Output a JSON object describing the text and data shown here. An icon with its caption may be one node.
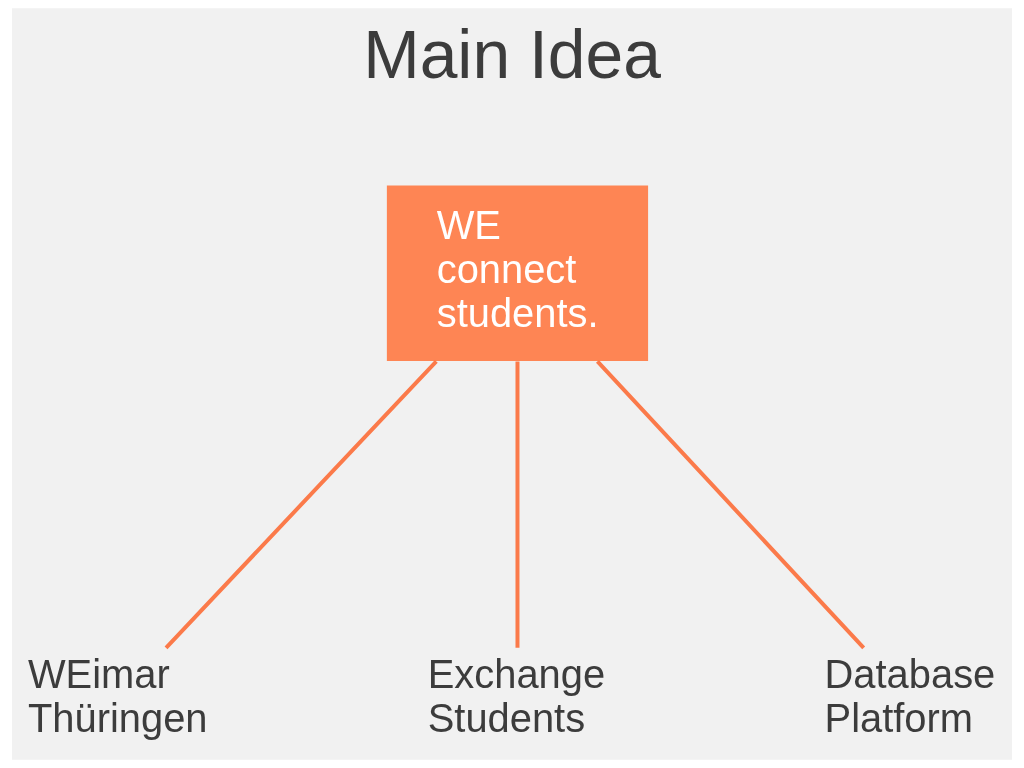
{
  "diagram": {
    "title": "Main Idea",
    "nodes": [
      {
        "text": [
          "WE connect students."
        ]
      },
      {
        "text": [
          "WEimar Thüringen"
        ]
      },
      {
        "text": [
          "Exchange Students"
        ]
      },
      {
        "text": [
          "Database Platform"
        ]
      }
    ],
    "edges": [
      {
        "from": 0,
        "to": 1,
        "arrow": "none"
      },
      {
        "from": 0,
        "to": 2,
        "arrow": "none"
      },
      {
        "from": 0,
        "to": 3,
        "arrow": "none"
      }
    ]
  }
}
